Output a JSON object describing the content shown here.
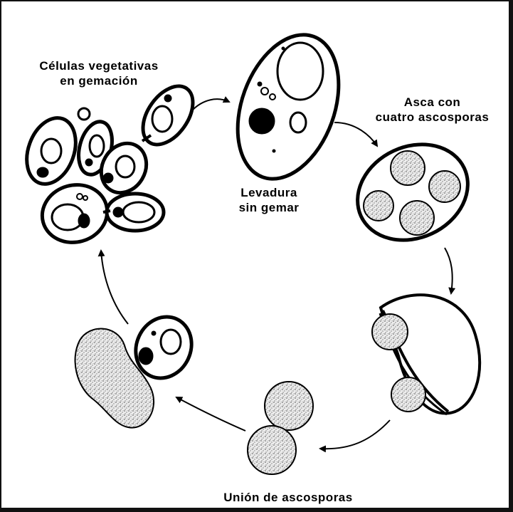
{
  "labels": {
    "budding_cells_line1": "Células vegetativas",
    "budding_cells_line2": "en gemación",
    "yeast_line1": "Levadura",
    "yeast_line2": "sin gemar",
    "ascus_line1": "Asca con",
    "ascus_line2": "cuatro ascosporas",
    "union": "Unión de ascosporas"
  },
  "colors": {
    "ink": "#000000",
    "background": "#ffffff",
    "stipple": "#c8c8c8"
  }
}
